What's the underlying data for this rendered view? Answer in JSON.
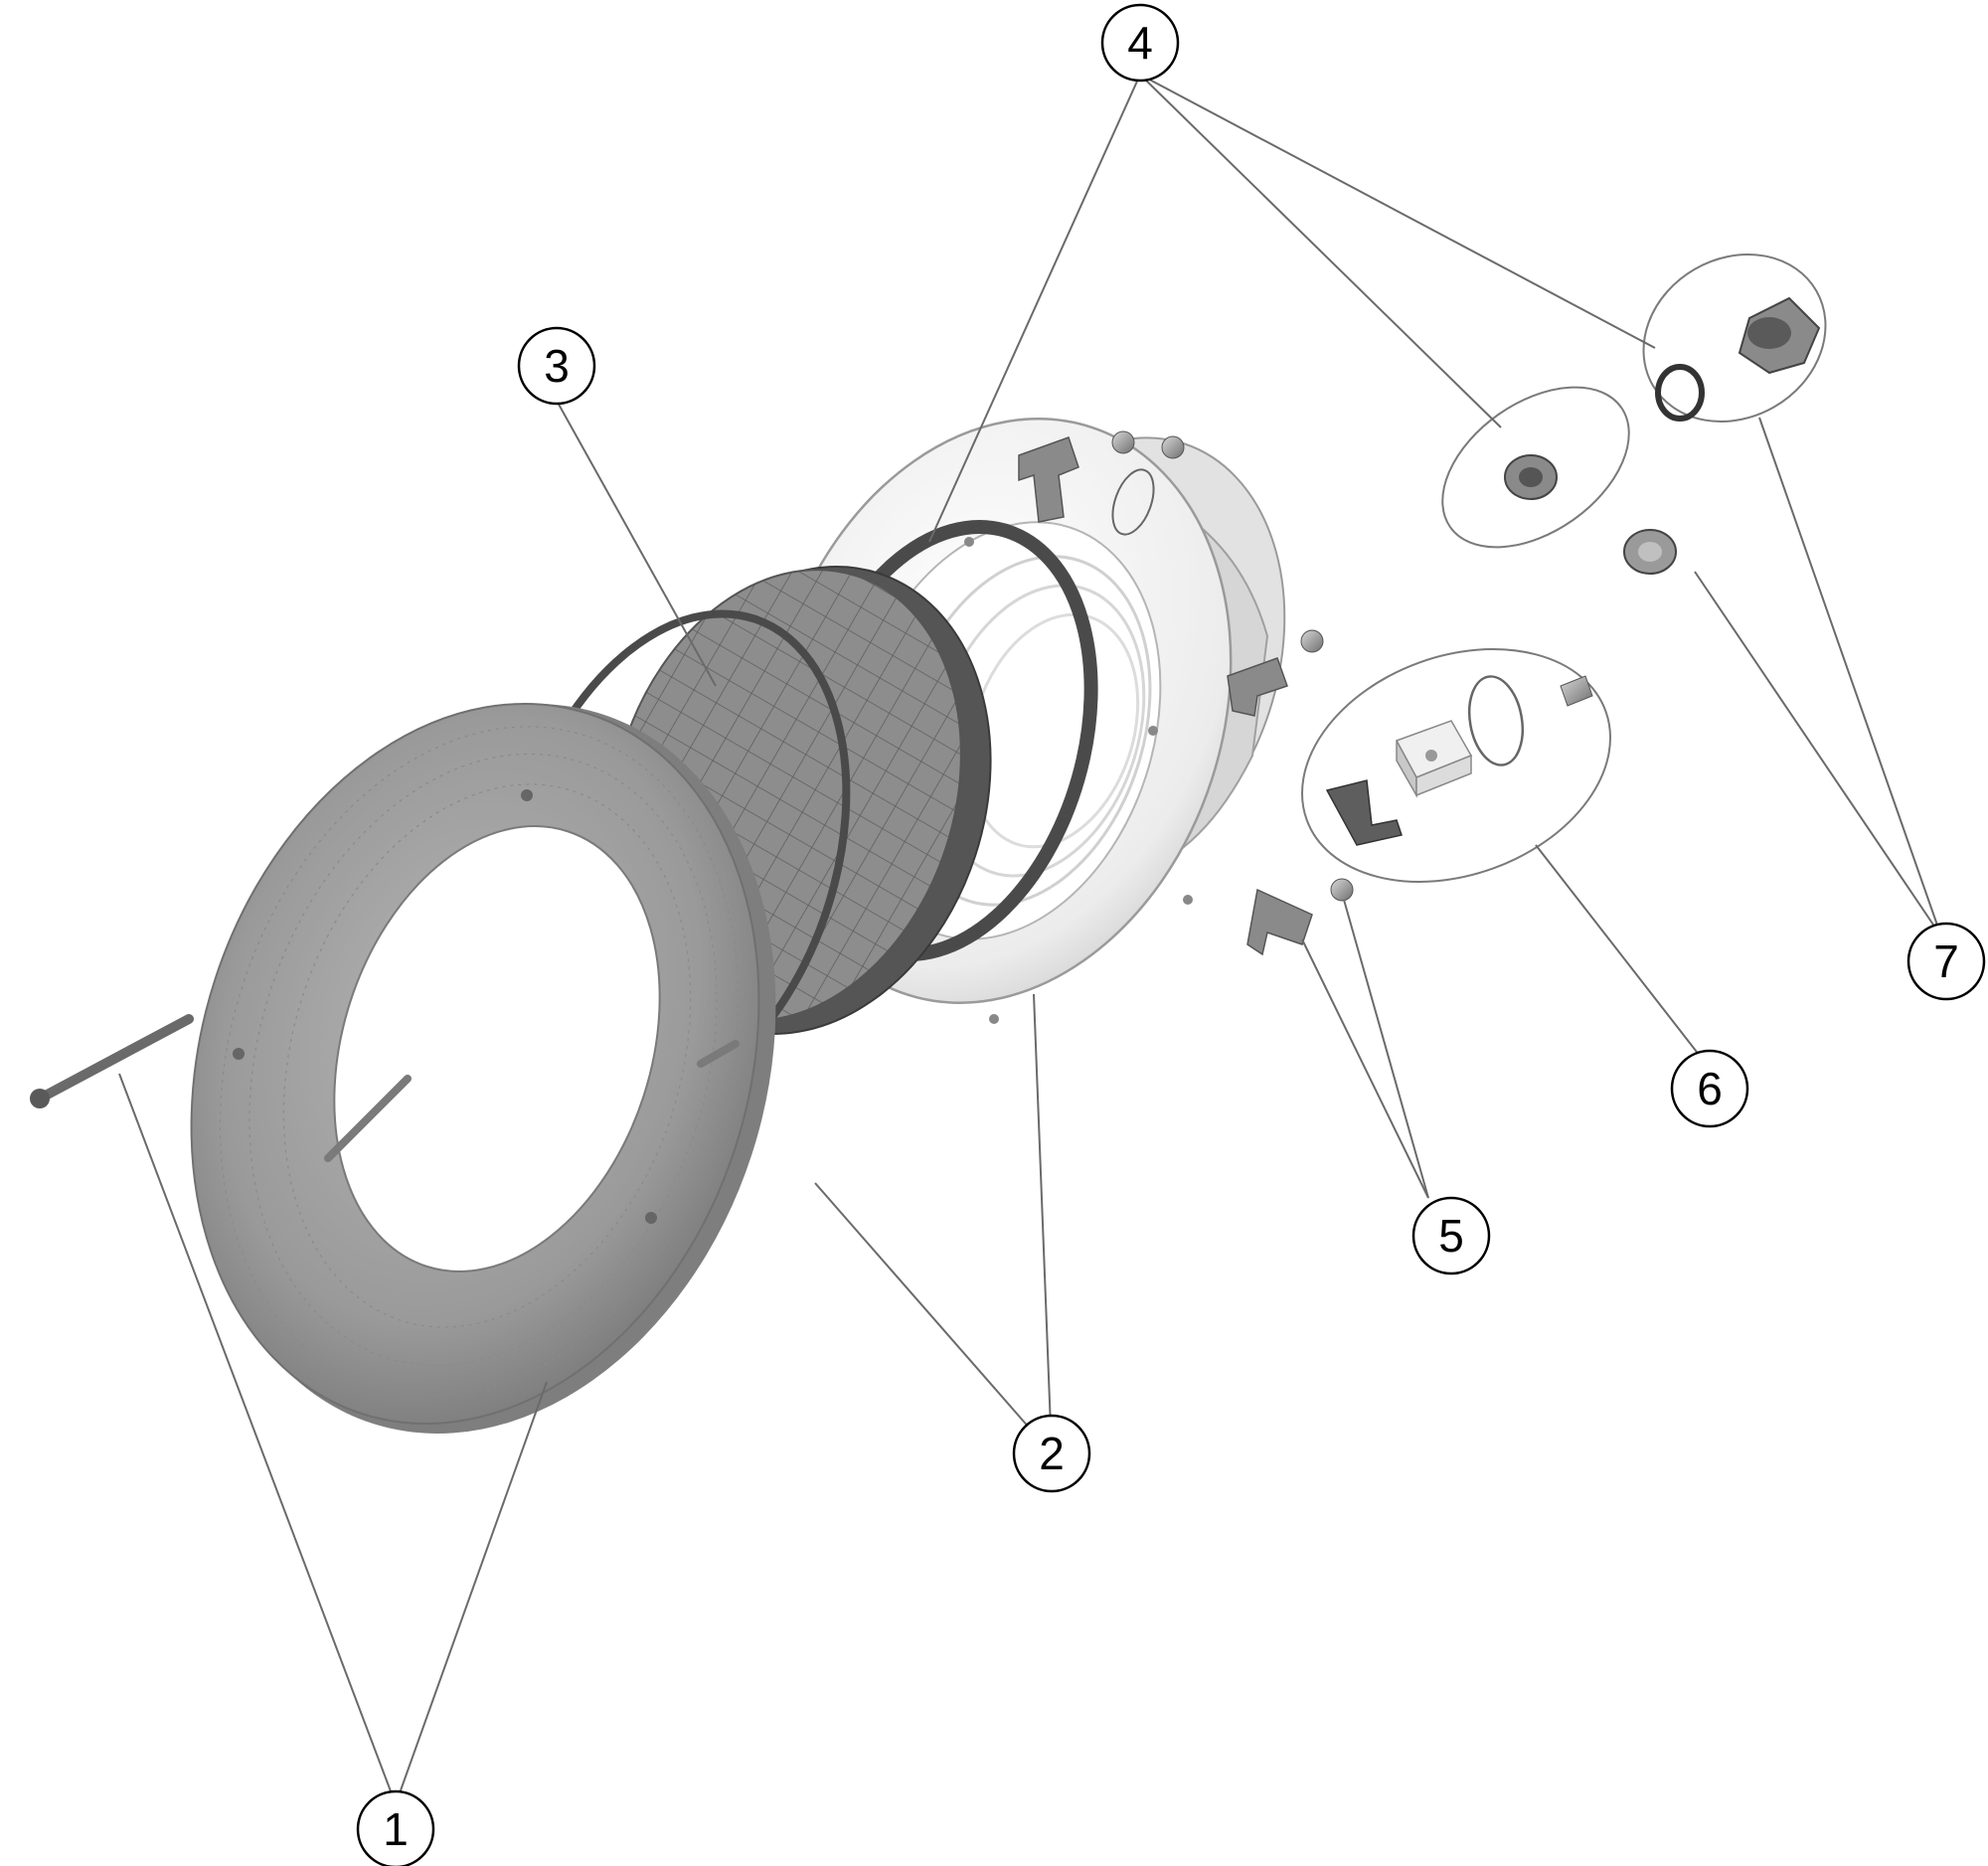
{
  "diagram": {
    "type": "exploded-parts-view",
    "callouts": [
      {
        "id": "1",
        "label": "1"
      },
      {
        "id": "2",
        "label": "2"
      },
      {
        "id": "3",
        "label": "3"
      },
      {
        "id": "4",
        "label": "4"
      },
      {
        "id": "5",
        "label": "5"
      },
      {
        "id": "6",
        "label": "6"
      },
      {
        "id": "7",
        "label": "7"
      }
    ],
    "colors": {
      "ring_face": "#9b9b9b",
      "ring_shadow": "#7d7d7d",
      "lens": "#8a8a8a",
      "gasket": "#4a4a4a",
      "housing": "#ececec",
      "housing_shadow": "#c8c8c8",
      "leader": "#6a6a6a"
    }
  }
}
